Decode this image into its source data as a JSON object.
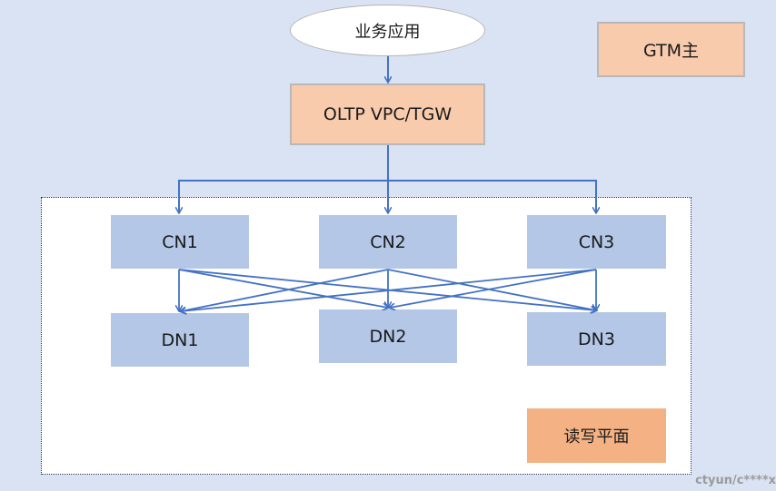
{
  "diagram": {
    "app_label": "业务应用",
    "gtm_label": "GTM主",
    "gateway_label": "OLTP VPC/TGW",
    "cn_nodes": [
      "CN1",
      "CN2",
      "CN3"
    ],
    "dn_nodes": [
      "DN1",
      "DN2",
      "DN3"
    ],
    "plane_label": "读写平面",
    "colors": {
      "background": "#dae3f3",
      "peach": "#f8cbad",
      "node_blue": "#b4c7e7",
      "plane_orange": "#f4b183",
      "arrow": "#4472c4"
    }
  },
  "watermark": "ctyun/c****x"
}
